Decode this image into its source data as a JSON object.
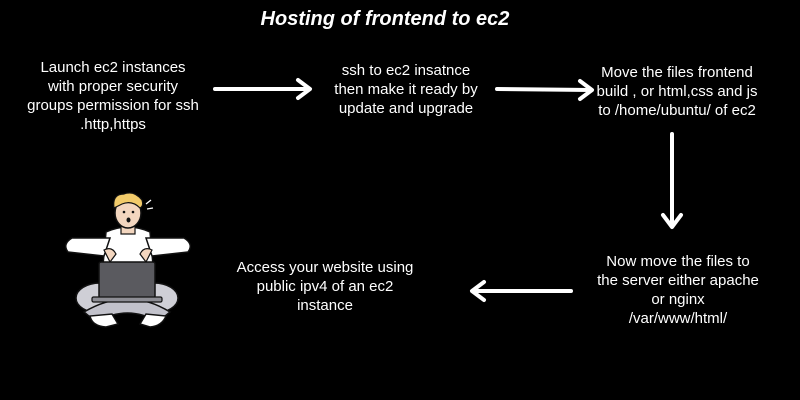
{
  "title": "Hosting of frontend to ec2",
  "steps": [
    {
      "lines": [
        "Launch ec2 instances",
        "with proper security",
        "groups permission for ssh",
        ".http,https"
      ]
    },
    {
      "lines": [
        "ssh to ec2 insatnce",
        "then make it ready by",
        "update and upgrade"
      ]
    },
    {
      "lines": [
        "Move the files frontend",
        "build , or html,css and js",
        "to /home/ubuntu/ of ec2"
      ]
    },
    {
      "lines": [
        "Now move the files to",
        "the server either apache",
        "or nginx",
        "/var/www/html/"
      ]
    },
    {
      "lines": [
        "Access your website using",
        "public ipv4 of an ec2",
        "instance"
      ]
    }
  ],
  "colors": {
    "background": "#000000",
    "text": "#ffffff",
    "arrow": "#ffffff"
  },
  "icons": {
    "illustration": "person-with-laptop-illustration"
  }
}
